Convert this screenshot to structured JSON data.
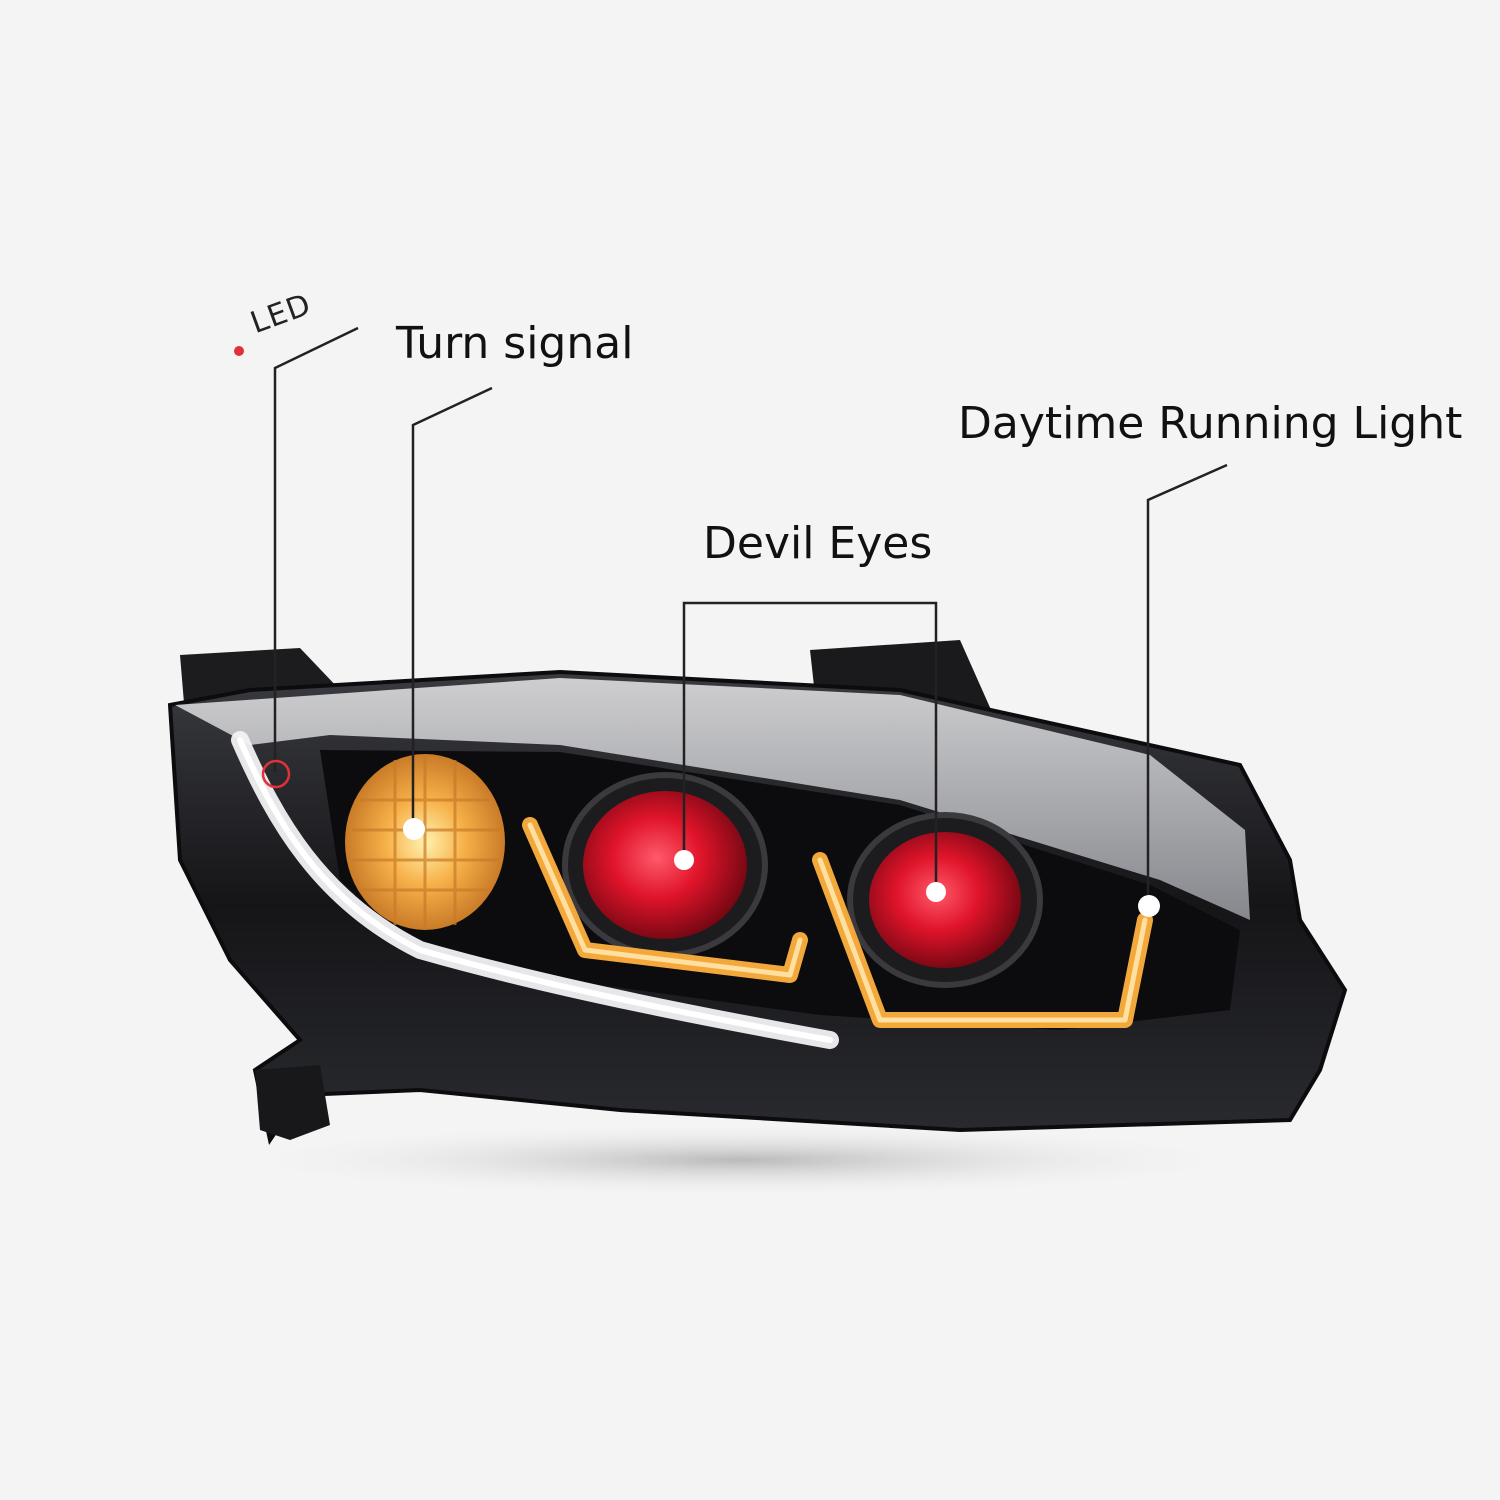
{
  "labels": {
    "led": "LED",
    "turn_signal": "Turn signal",
    "devil_eyes": "Devil Eyes",
    "daytime_running_light": "Daytime Running Light"
  },
  "colors": {
    "background": "#f4f4f4",
    "housing": "#1a1a1c",
    "turn_signal_amber": "#f3a23a",
    "drl_amber": "#f0a030",
    "devil_eye_red": "#d8101e",
    "led_marker": "#e0303a",
    "leader_line": "#222222"
  }
}
